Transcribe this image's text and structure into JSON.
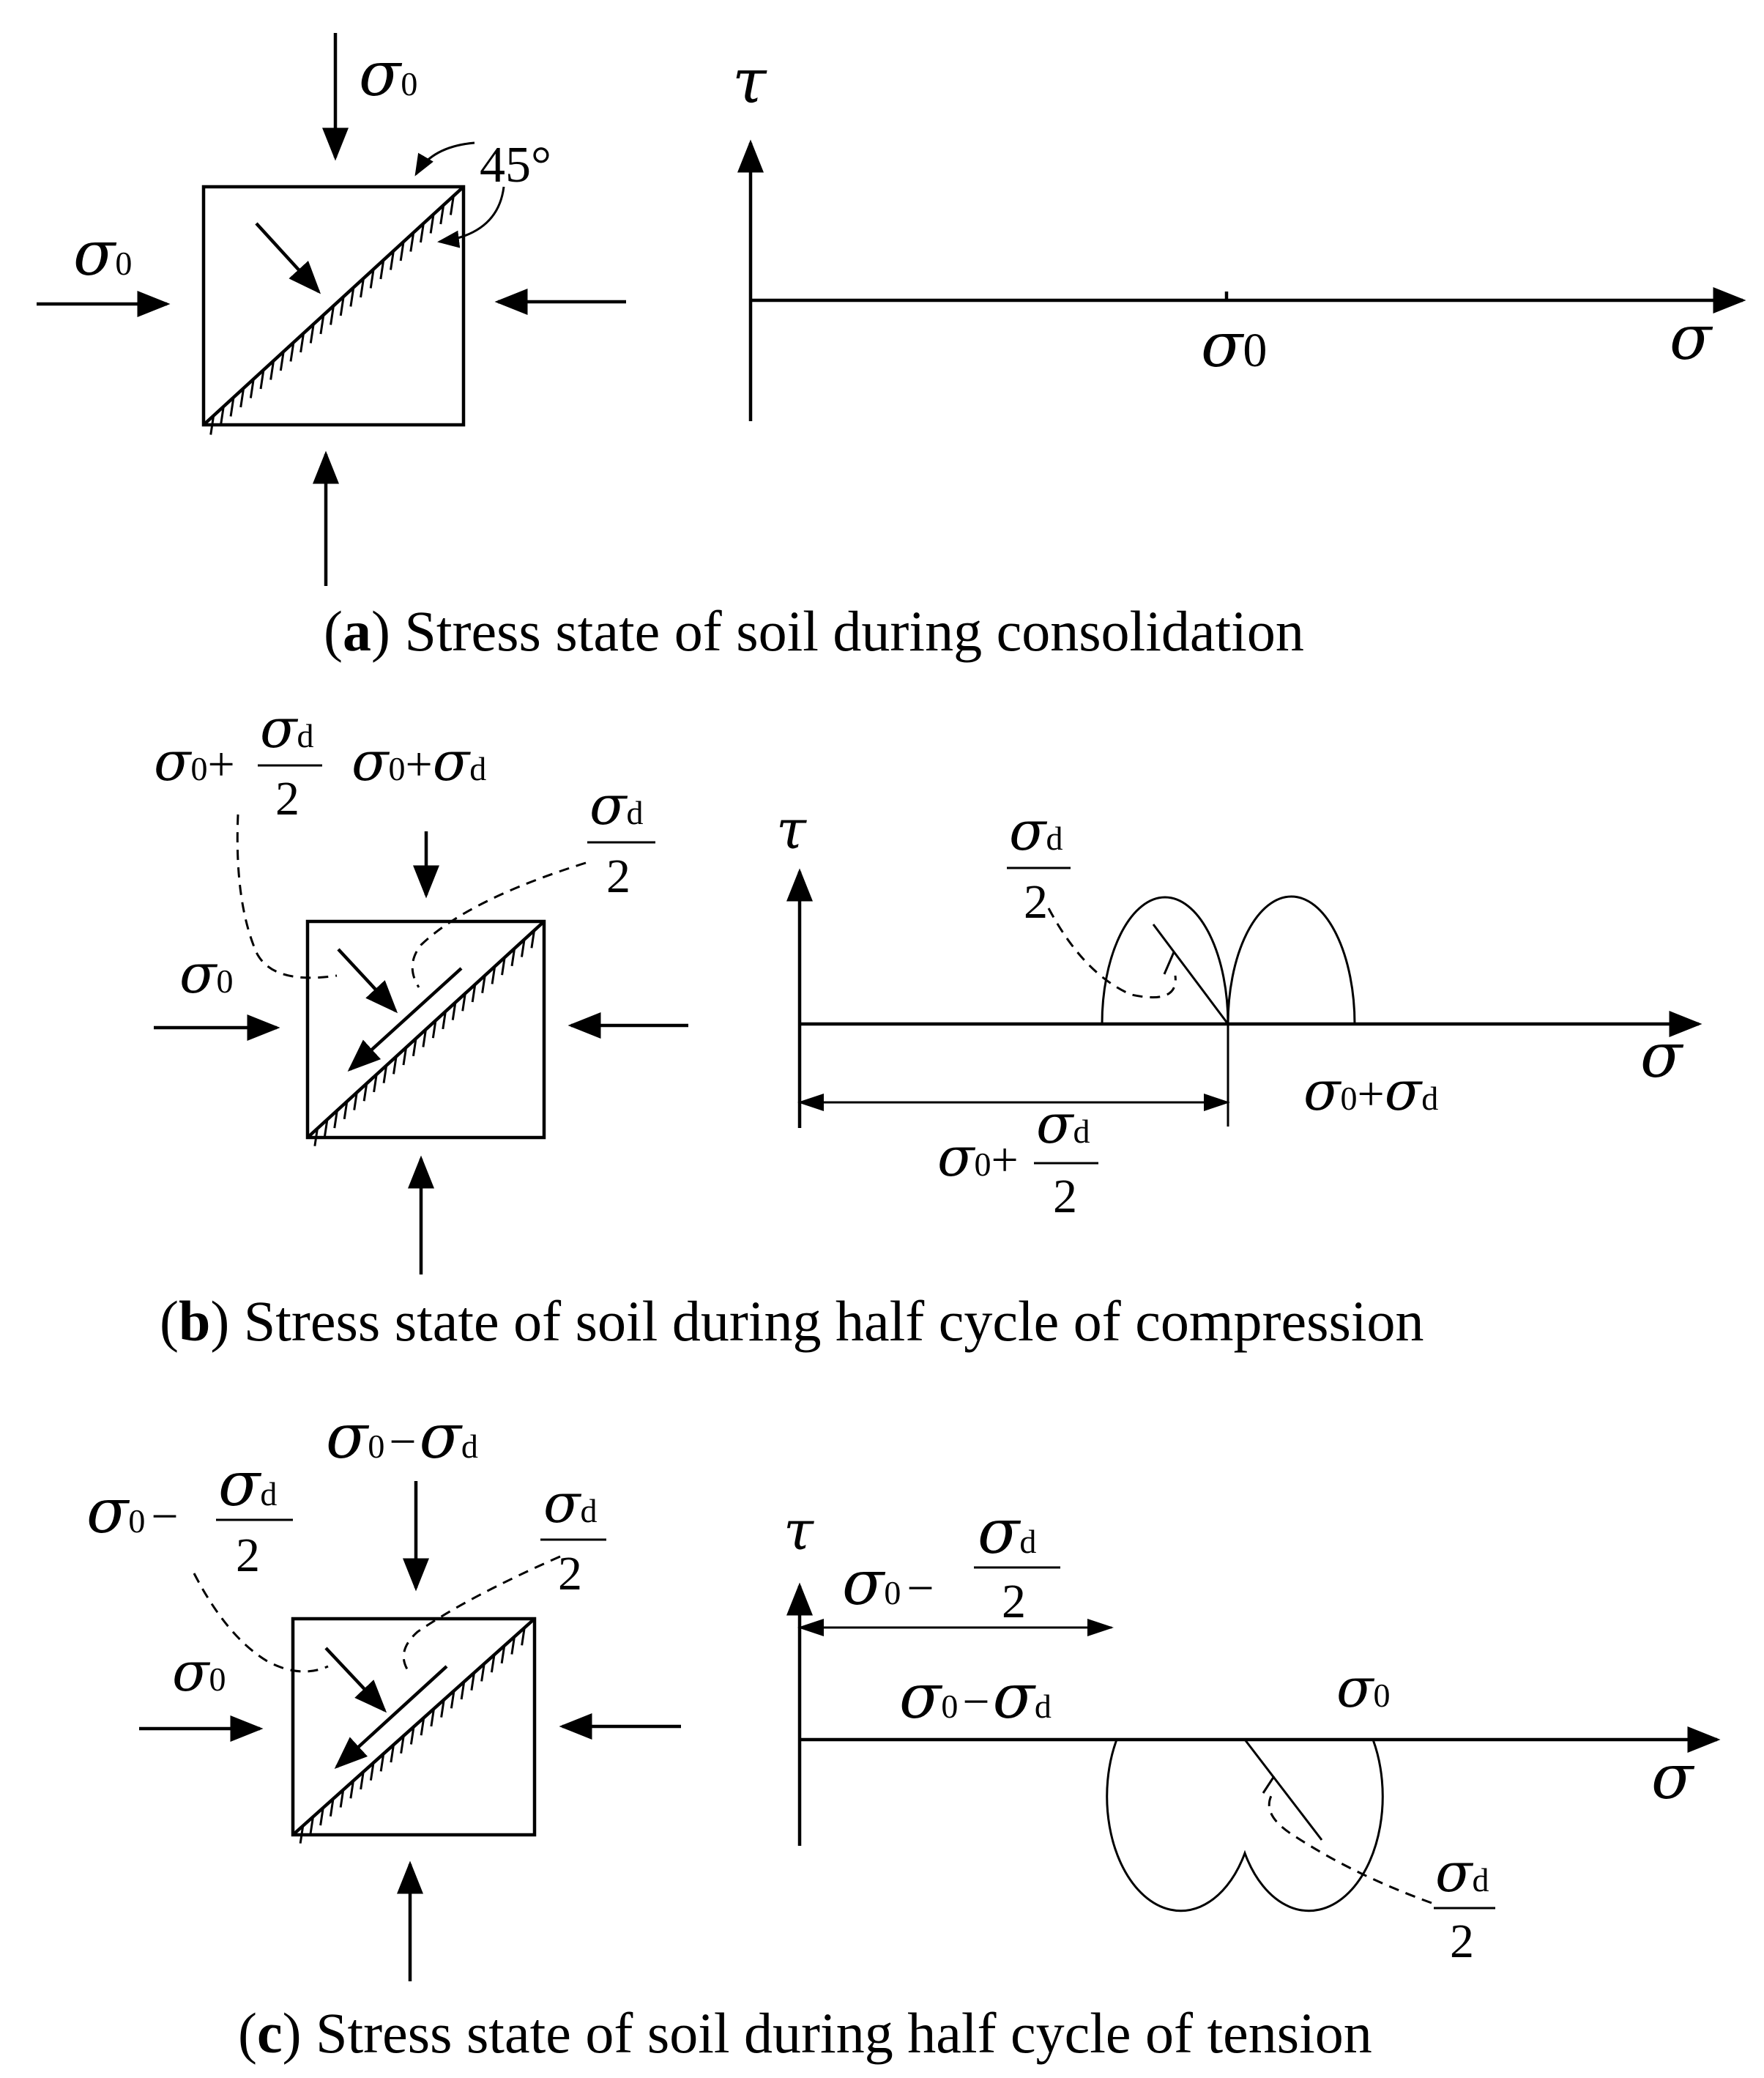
{
  "symbols": {
    "sigma": "σ",
    "tau": "τ",
    "zero": "0",
    "d": "d",
    "plus": "+",
    "minus": "−",
    "two": "2"
  },
  "panels": {
    "a": {
      "angle_label": "45°",
      "caption_letter": "a",
      "caption_text": " Stress state of soil during consolidation"
    },
    "b": {
      "caption_letter": "b",
      "caption_text": " Stress state of soil during half cycle of compression"
    },
    "c": {
      "caption_letter": "c",
      "caption_text": " Stress state of soil during half cycle of tension"
    }
  }
}
